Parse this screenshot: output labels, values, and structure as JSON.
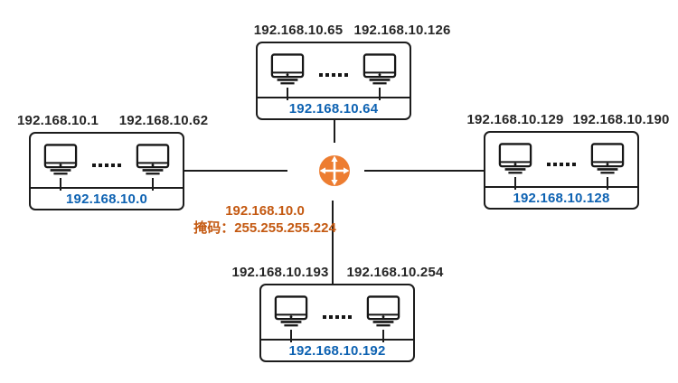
{
  "diagram": {
    "kind": "subnet-topology",
    "router_summary": {
      "network": "192.168.10.0",
      "mask_line": "掩码：255.255.255.224"
    },
    "subnets": [
      {
        "position": "top",
        "host_first": "192.168.10.65",
        "host_last": "192.168.10.126",
        "network": "192.168.10.64"
      },
      {
        "position": "left",
        "host_first": "192.168.10.1",
        "host_last": "192.168.10.62",
        "network": "192.168.10.0"
      },
      {
        "position": "right",
        "host_first": "192.168.10.129",
        "host_last": "192.168.10.190",
        "network": "192.168.10.128"
      },
      {
        "position": "bottom",
        "host_first": "192.168.10.193",
        "host_last": "192.168.10.254",
        "network": "192.168.10.192"
      }
    ],
    "icons": {
      "router": "router-crossroads-icon",
      "host": "monitor-icon",
      "more_hosts": "ellipsis-dots-icon"
    },
    "colors": {
      "router_orange": "#ED7D31",
      "summary_text_orange": "#C45911",
      "network_label_blue": "#0D62B2",
      "line_black": "#1C1C1C"
    }
  }
}
